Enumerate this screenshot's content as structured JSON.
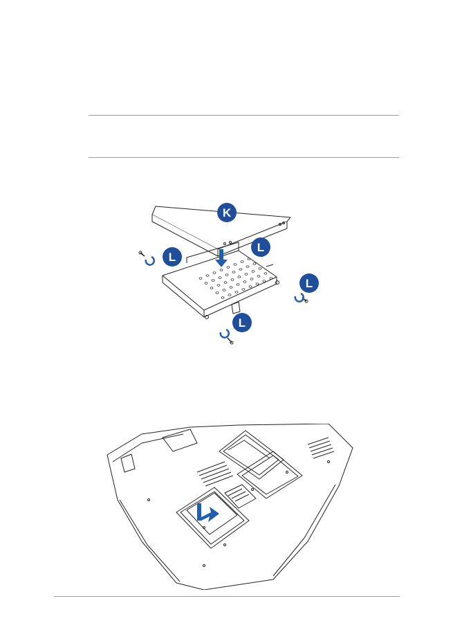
{
  "figure1": {
    "callouts": [
      "K",
      "L",
      "L",
      "L",
      "L"
    ],
    "colors": {
      "callout": "#1f4e9c",
      "arrow": "#1f5fae",
      "line": "#222222"
    }
  },
  "figure2": {
    "colors": {
      "arrow": "#1f5fae",
      "line": "#222222"
    }
  }
}
